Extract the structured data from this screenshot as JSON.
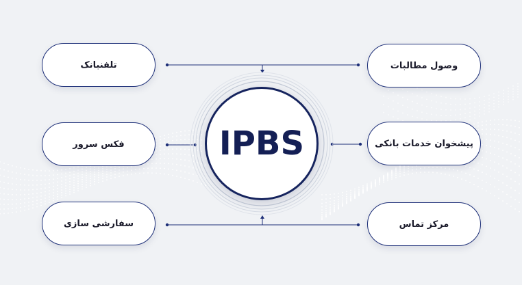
{
  "diagram": {
    "center": {
      "label": "IPBS"
    },
    "left_items": [
      {
        "label": "تلفنبانک"
      },
      {
        "label": "فکس سرور"
      },
      {
        "label": "سفارشی سازی"
      }
    ],
    "right_items": [
      {
        "label": "وصول مطالبات"
      },
      {
        "label": "پیشخوان خدمات بانکی"
      },
      {
        "label": "مرکز تماس"
      }
    ]
  },
  "colors": {
    "background": "#f0f2f5",
    "accent": "#16245e",
    "pill_border": "#1d2f78",
    "text": "#1a1a2a"
  }
}
